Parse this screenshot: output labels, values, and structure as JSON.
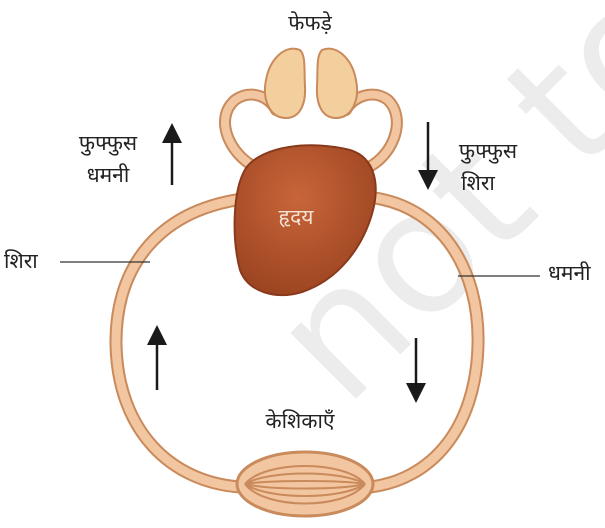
{
  "labels": {
    "lungs": "फेफड़े",
    "pulmonary_artery_1": "फुफ्फुस",
    "pulmonary_artery_2": "धमनी",
    "pulmonary_vein_1": "फुफ्फुस",
    "pulmonary_vein_2": "शिरा",
    "heart": "हृदय",
    "vein": "शिरा",
    "artery": "धमनी",
    "capillaries": "केशिकाएँ"
  },
  "watermark": "not to be",
  "colors": {
    "vessel_fill": "#f2c6a0",
    "vessel_outline": "#c98a5c",
    "heart_fill": "#b5532b",
    "heart_outline": "#8a3a1c",
    "lung_fill": "#f3cf9e",
    "arrow": "#1a1a1a",
    "text": "#222222"
  }
}
